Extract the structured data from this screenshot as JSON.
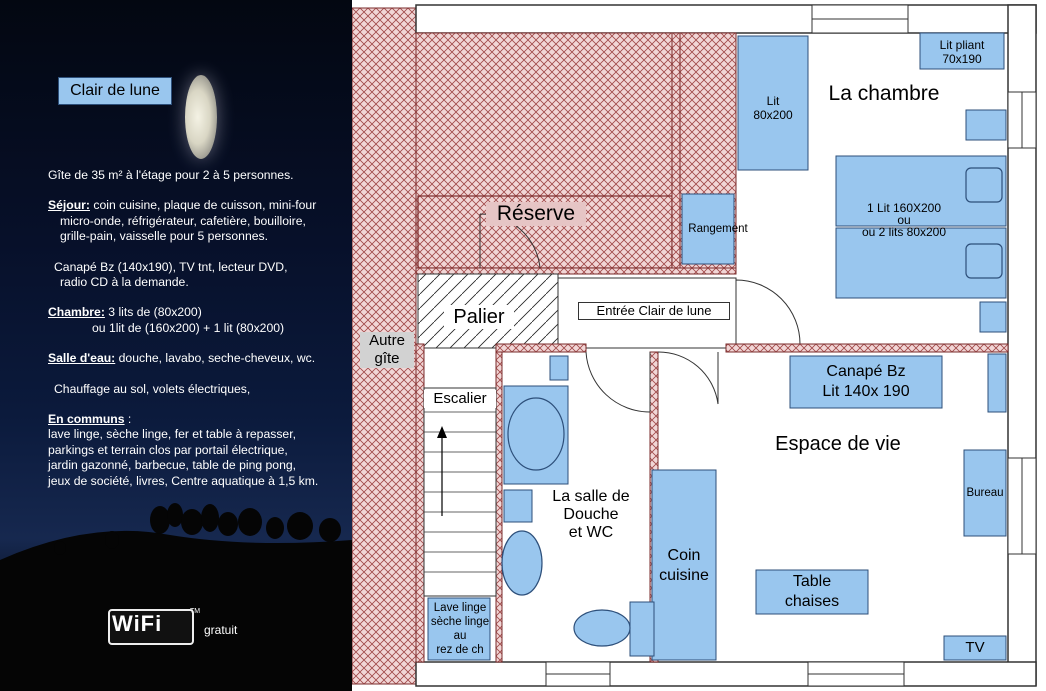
{
  "info": {
    "title": "Clair de lune",
    "intro": "Gîte de 35 m² à l'étage pour 2 à 5 personnes.",
    "sejour_label": "Séjour:",
    "sejour_text": " coin cuisine, plaque de cuisson, mini-four",
    "sejour_line2": "micro-onde, réfrigérateur, cafetière,  bouilloire,",
    "sejour_line3": "grille-pain, vaisselle pour 5 personnes.",
    "canape_line1": "Canapé Bz (140x190), TV tnt, lecteur DVD,",
    "canape_line2": "radio CD à la demande.",
    "chambre_label": "Chambre:",
    "chambre_text": " 3 lits de (80x200)",
    "chambre_line2": "ou 1lit de (160x200) + 1 lit (80x200)",
    "salle_label": "Salle d'eau:",
    "salle_text": " douche, lavabo, seche-cheveux, wc.",
    "chauffage": "Chauffage au sol, volets électriques,",
    "communs_label": "En communs",
    "communs_colon": " :",
    "communs_line1": "lave linge, sèche linge, fer et table à repasser,",
    "communs_line2": "parkings et terrain clos par portail électrique,",
    "communs_line3": "jardin gazonné, barbecue, table de ping pong,",
    "communs_line4": "jeux de société, livres, Centre aquatique à 1,5 km.",
    "wifi_logo": "WiFi",
    "wifi_tm": "TM",
    "gratuit": "gratuit"
  },
  "plan": {
    "lit_pliant": "Lit pliant\n70x190",
    "lit_80": "Lit\n80x200",
    "la_chambre": "La chambre",
    "lit_160": "1 Lit  160X200\nou\nou 2 lits 80x200",
    "rangement": "Rangement",
    "reserve": "Réserve",
    "palier": "Palier",
    "entree": "Entrée Clair de lune",
    "autre_gite": "Autre\ngîte",
    "escalier": "Escalier",
    "canape": "Canapé Bz\nLit  140x 190",
    "espace_de_vie": "Espace de vie",
    "salle_de_douche": "La salle de\nDouche\net WC",
    "bureau": "Bureau",
    "coin_cuisine": "Coin\ncuisine",
    "table_chaises": "Table\nchaises",
    "tv": "TV",
    "lave_linge": "Lave linge\nsèche linge\nau\nrez de ch"
  },
  "colors": {
    "furniture": "#99c6ee",
    "furniture_border": "#2d4f7a",
    "hatch": "#a04848",
    "wall": "#7a2b2b"
  }
}
